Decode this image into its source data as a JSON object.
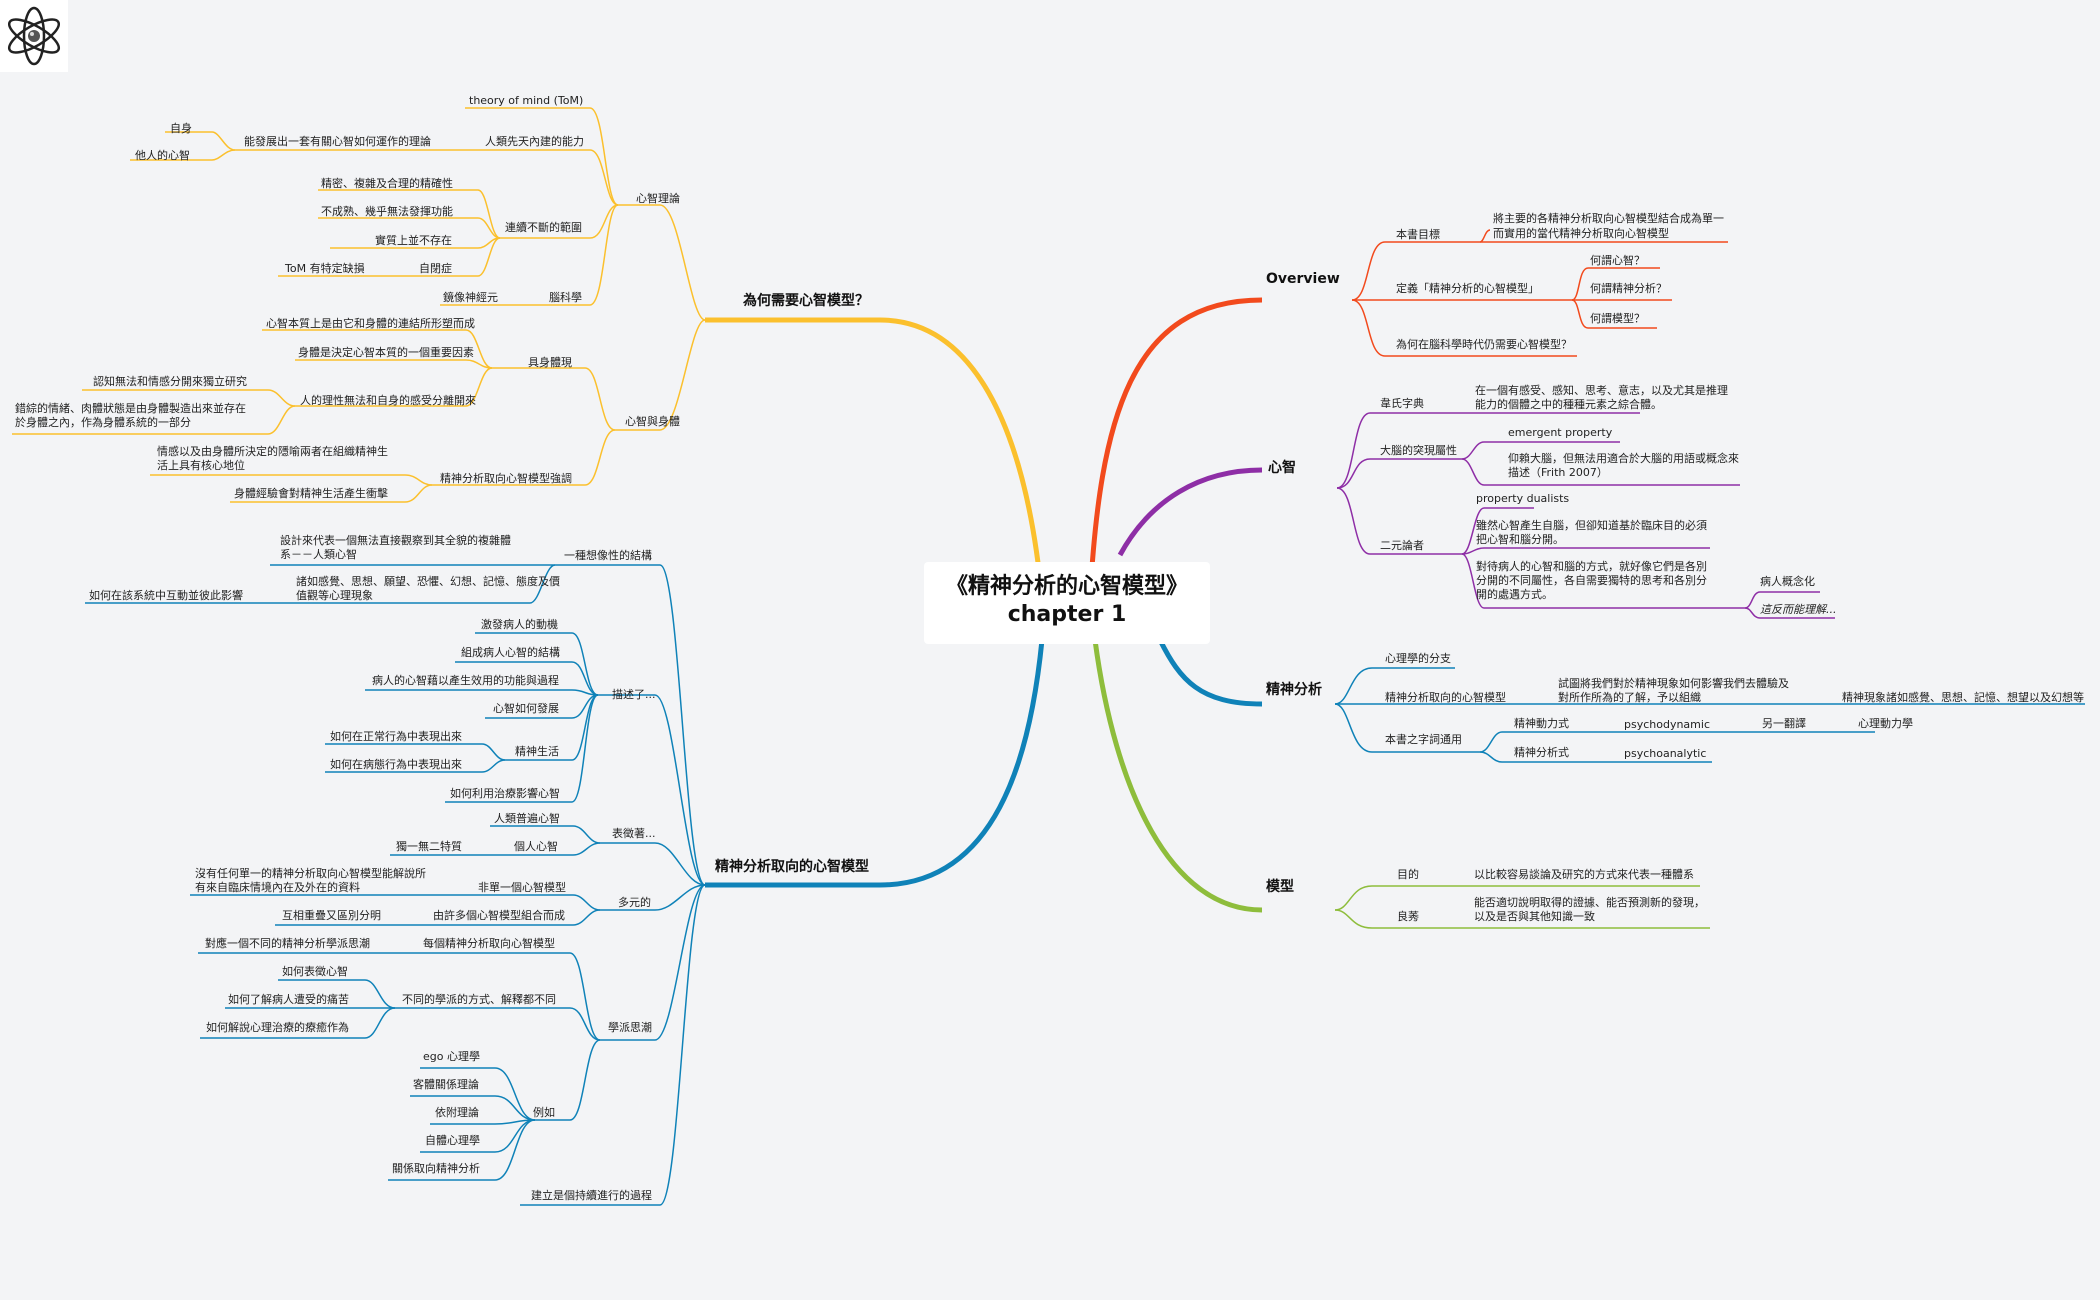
{
  "central": {
    "line1": "《精神分析的心智模型》",
    "line2": "chapter 1"
  },
  "colors": {
    "overview": "#f24a1d",
    "mind": "#8e2ea6",
    "psycho": "#0f82b8",
    "model": "#8ebd3c",
    "why": "#fbc02d",
    "left": "#0f82b8"
  },
  "icons": {
    "heart": "purple-heart-icon",
    "atom": "atom-icon"
  },
  "overview": {
    "title": "Overview",
    "goal": "本書目標",
    "goal_desc1": "將主要的各精神分析取向心智模型結合成為單一",
    "goal_desc2": "而實用的當代精神分析取向心智模型",
    "define": "定義「精神分析的心智模型」",
    "q1": "何謂心智？",
    "q2": "何謂精神分析？",
    "q3": "何謂模型？",
    "why_brain": "為何在腦科學時代仍需要心智模型？"
  },
  "mind": {
    "title": "心智",
    "webster": "韋氏字典",
    "webster_desc1": "在一個有感受、感知、思考、意志，以及尤其是推理",
    "webster_desc2": "能力的個體之中的種種元素之綜合體。",
    "emergent": "大腦的突現屬性",
    "emergent_en": "emergent property",
    "emergent_desc1": "仰賴大腦，但無法用適合於大腦的用語或概念來",
    "emergent_desc2": "描述（Frith 2007）",
    "dualist": "二元論者",
    "dualist_en": "property dualists",
    "dualist_desc1": "雖然心智產生自腦，但卻知道基於臨床目的必須",
    "dualist_desc2": "把心智和腦分開。",
    "dualist_desc3": "對待病人的心智和腦的方式，就好像它們是各別",
    "dualist_desc4": "分開的不同屬性，各自需要獨特的思考和各別分",
    "dualist_desc5": "開的處遇方式。",
    "patient_concept": "病人概念化",
    "opposite": "這反而能理解..."
  },
  "psycho": {
    "title": "精神分析",
    "branch": "心理學的分支",
    "model": "精神分析取向的心智模型",
    "model_desc1": "試圖將我們對於精神現象如何影響我們去體驗及",
    "model_desc2": "對所作所為的了解，予以組織",
    "model_phen": "精神現象諸如感覺、思想、記憶、想望以及幻想等",
    "terms": "本書之字詞通用",
    "dynamic": "精神動力式",
    "dynamic_en": "psychodynamic",
    "another": "另一翻譯",
    "dynamics_psy": "心理動力學",
    "analytic": "精神分析式",
    "analytic_en": "psychoanalytic"
  },
  "model": {
    "title": "模型",
    "purpose": "目的",
    "purpose_desc": "以比較容易談論及研究的方式來代表一種體系",
    "good": "良莠",
    "good_desc1": "能否適切說明取得的證據、能否預測新的發現，",
    "good_desc2": "以及是否與其他知識一致"
  },
  "why": {
    "title": "為何需要心智模型？",
    "tom": "心智理論",
    "tom_en": "theory of mind (ToM)",
    "innate": "人類先天內建的能力",
    "develop": "能發展出一套有關心智如何運作的理論",
    "self": "自身",
    "others": "他人的心智",
    "continuum": "連續不斷的範圍",
    "precise": "精密、複雜及合理的精確性",
    "immature": "不成熟、幾乎無法發揮功能",
    "notexist": "實質上並不存在",
    "autism": "自閉症",
    "tom_defect": "ToM 有特定缺損",
    "brain": "腦科學",
    "mirror": "鏡像神經元",
    "mindbody": "心智與身體",
    "embodied": "具身體現",
    "emb1": "心智本質上是由它和身體的連結所形塑而成",
    "emb2": "身體是決定心智本質的一個重要因素",
    "reason": "人的理性無法和自身的感受分離開來",
    "cog_emo": "認知無法和情感分開來獨立研究",
    "complex1": "錯綜的情緒、肉體狀態是由身體製造出來並存在",
    "complex2": "於身體之內，作為身體系統的一部分",
    "emphasis": "精神分析取向心智模型強調",
    "emph1a": "情感以及由身體所決定的隱喻兩者在組織精神生",
    "emph1b": "活上具有核心地位",
    "emph2": "身體經驗會對精神生活產生衝擊"
  },
  "left": {
    "title": "精神分析取向的心智模型",
    "imagine": "一種想像性的結構",
    "imagine1a": "設計來代表一個無法直接觀察到其全貌的複雜體",
    "imagine1b": "系－－人類心智",
    "describe": "描述了...",
    "feel1": "諸如感覺、思想、願望、恐懼、幻想、記憶、態度及價",
    "feel2": "值觀等心理現象",
    "interact": "如何在該系統中互動並彼此影響",
    "motive": "激發病人的動機",
    "structure": "組成病人心智的結構",
    "process": "病人的心智藉以產生效用的功能與過程",
    "develop": "心智如何發展",
    "life": "精神生活",
    "normal": "如何在正常行為中表現出來",
    "patho": "如何在病態行為中表現出來",
    "treat": "如何利用治療影響心智",
    "symbol": "表徵著...",
    "universal": "人類普遍心智",
    "individual": "個人心智",
    "unique": "獨一無二特質",
    "plural": "多元的",
    "nonsingle": "非單一個心智模型",
    "nonsingle1a": "沒有任何單一的精神分析取向心智模型能解說所",
    "nonsingle1b": "有來自臨床情境內在及外在的資料",
    "composed": "由許多個心智模型組合而成",
    "overlap": "互相重疊又區別分明",
    "schools": "學派思潮",
    "each": "每個精神分析取向心智模型",
    "each_desc": "對應一個不同的精神分析學派思潮",
    "diff": "不同的學派的方式、解釋都不同",
    "how_symbol": "如何表徵心智",
    "how_pain": "如何了解病人遭受的痛苦",
    "how_explain": "如何解說心理治療的療癒作為",
    "example": "例如",
    "ex1": "ego 心理學",
    "ex2": "客體關係理論",
    "ex3": "依附理論",
    "ex4": "自體心理學",
    "ex5": "關係取向精神分析",
    "ongoing": "建立是個持續進行的過程"
  }
}
